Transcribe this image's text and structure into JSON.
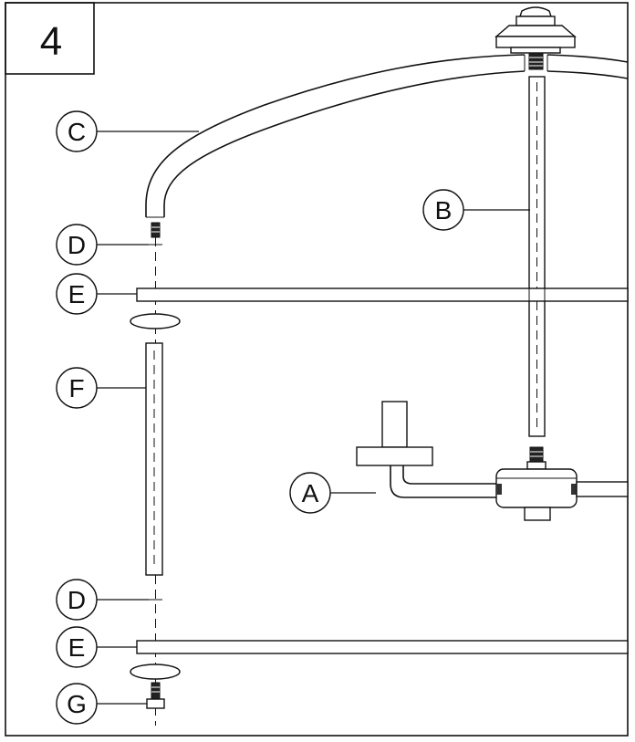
{
  "step": {
    "number": "4"
  },
  "callouts": {
    "a": "A",
    "b": "B",
    "c": "C",
    "d_top": "D",
    "d_bottom": "D",
    "e_top": "E",
    "e_bottom": "E",
    "f": "F",
    "g": "G"
  }
}
